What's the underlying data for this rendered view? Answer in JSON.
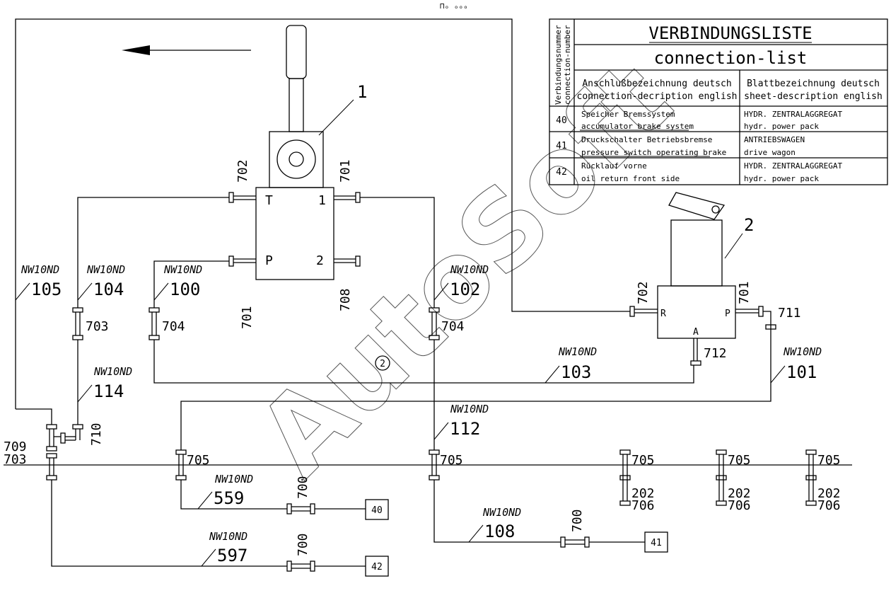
{
  "top_mark": "⊓ₒ ₒₒₒ",
  "table": {
    "title_de": "VERBINDUNGSLISTE",
    "title_en": "connection-list",
    "side_label_1": "Verbindungsnummer",
    "side_label_2": "connection-number",
    "col1_header_1": "Anschlußbezeichnung deutsch",
    "col1_header_2": "connection-decription english",
    "col2_header_1": "Blattbezeichnung deutsch",
    "col2_header_2": "sheet-description english",
    "rows": [
      {
        "no": "40",
        "desc_de": "Speicher Bremssystem",
        "desc_en": "accumulator brake system",
        "sheet_de": "HYDR. ZENTRALAGGREGAT",
        "sheet_en": "hydr. power pack"
      },
      {
        "no": "41",
        "desc_de": "Druckschalter Betriebsbremse",
        "desc_en": "pressure switch operating brake",
        "sheet_de": "ANTRIEBSWAGEN",
        "sheet_en": "drive wagon"
      },
      {
        "no": "42",
        "desc_de": "Rücklauf vorne",
        "desc_en": "oil return front side",
        "sheet_de": "HYDR. ZENTRALAGGREGAT",
        "sheet_en": "hydr. power pack"
      }
    ]
  },
  "components": {
    "c1": "1",
    "c2": "2",
    "circle2": "2",
    "port_T": "T",
    "port_1": "1",
    "port_P": "P",
    "port_2": "2",
    "port_R": "R",
    "port_P2": "P",
    "port_A": "A"
  },
  "fittings": {
    "f702a": "702",
    "f701a": "701",
    "f702b": "702",
    "f701b": "701",
    "f703": "703",
    "f704a": "704",
    "f701c": "701",
    "f708": "708",
    "f704b": "704",
    "f711": "711",
    "f712": "712",
    "f709": "709",
    "f703b": "703",
    "f710": "710",
    "f705a": "705",
    "f705b": "705",
    "f705c": "705",
    "f705d": "705",
    "f705e": "705",
    "f202a": "202",
    "f706a": "706",
    "f202b": "202",
    "f706b": "706",
    "f202c": "202",
    "f706c": "706",
    "f700a": "700",
    "f700b": "700",
    "f700c": "700"
  },
  "lines": {
    "nw": "NW10ND",
    "l105": "105",
    "l104": "104",
    "l100": "100",
    "l102": "102",
    "l114": "114",
    "l103": "103",
    "l101": "101",
    "l112": "112",
    "l559": "559",
    "l108": "108",
    "l597": "597"
  },
  "connectors": {
    "b40": "40",
    "b41": "41",
    "b42": "42"
  },
  "watermark": "AutoSoft"
}
